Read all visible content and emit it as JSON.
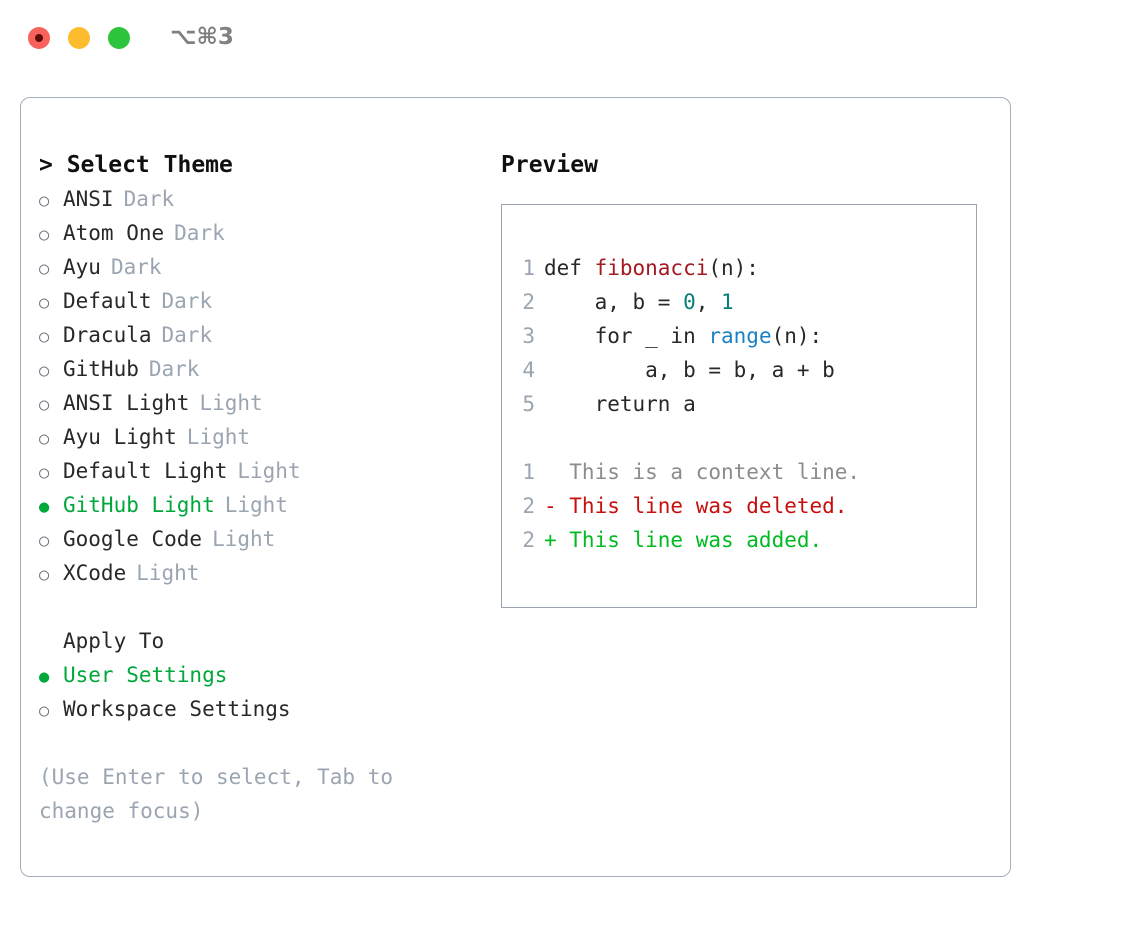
{
  "window": {
    "shortcut": "⌥⌘3",
    "traffic_lights": [
      {
        "name": "close",
        "color": "#f9615c"
      },
      {
        "name": "minimize",
        "color": "#fcbc2e"
      },
      {
        "name": "maximize",
        "color": "#2cc43c"
      }
    ]
  },
  "theme_picker": {
    "title": "> Select Theme",
    "items": [
      {
        "marker": "○",
        "label": "ANSI",
        "tag": "Dark",
        "selected": false
      },
      {
        "marker": "○",
        "label": "Atom One",
        "tag": "Dark",
        "selected": false
      },
      {
        "marker": "○",
        "label": "Ayu",
        "tag": "Dark",
        "selected": false
      },
      {
        "marker": "○",
        "label": "Default",
        "tag": "Dark",
        "selected": false
      },
      {
        "marker": "○",
        "label": "Dracula",
        "tag": "Dark",
        "selected": false
      },
      {
        "marker": "○",
        "label": "GitHub",
        "tag": "Dark",
        "selected": false
      },
      {
        "marker": "○",
        "label": "ANSI Light",
        "tag": "Light",
        "selected": false
      },
      {
        "marker": "○",
        "label": "Ayu Light",
        "tag": "Light",
        "selected": false
      },
      {
        "marker": "○",
        "label": "Default Light",
        "tag": "Light",
        "selected": false
      },
      {
        "marker": "●",
        "label": "GitHub Light",
        "tag": "Light",
        "selected": true
      },
      {
        "marker": "○",
        "label": "Google Code",
        "tag": "Light",
        "selected": false
      },
      {
        "marker": "○",
        "label": "XCode",
        "tag": "Light",
        "selected": false
      }
    ]
  },
  "apply_to": {
    "title": "Apply To",
    "items": [
      {
        "marker": "●",
        "label": "User Settings",
        "selected": true
      },
      {
        "marker": "○",
        "label": "Workspace Settings",
        "selected": false
      }
    ]
  },
  "hint": "(Use Enter to select, Tab to change focus)",
  "preview": {
    "title": "Preview",
    "code_lines": [
      {
        "number": "1",
        "parts": [
          {
            "text": "def ",
            "token": "plain"
          },
          {
            "text": "fibonacci",
            "token": "fn"
          },
          {
            "text": "(n):",
            "token": "plain"
          }
        ]
      },
      {
        "number": "2",
        "parts": [
          {
            "text": "    a, b = ",
            "token": "plain"
          },
          {
            "text": "0",
            "token": "num"
          },
          {
            "text": ", ",
            "token": "plain"
          },
          {
            "text": "1",
            "token": "num"
          }
        ]
      },
      {
        "number": "3",
        "parts": [
          {
            "text": "    for _ in ",
            "token": "plain"
          },
          {
            "text": "range",
            "token": "call"
          },
          {
            "text": "(n):",
            "token": "plain"
          }
        ]
      },
      {
        "number": "4",
        "parts": [
          {
            "text": "        a, b = b, a + b",
            "token": "plain"
          }
        ]
      },
      {
        "number": "5",
        "parts": [
          {
            "text": "    return a",
            "token": "plain"
          }
        ]
      }
    ],
    "diff_lines": [
      {
        "number": "1",
        "text": "  This is a context line.",
        "kind": "context"
      },
      {
        "number": "2",
        "text": "- This line was deleted.",
        "kind": "deleted"
      },
      {
        "number": "2",
        "text": "+ This line was added.",
        "kind": "added"
      }
    ]
  },
  "colors": {
    "selected_green": "#00a83c",
    "muted_gray": "#9aa5b1",
    "fn_red": "#a3191f",
    "number_teal": "#07807a",
    "call_blue": "#1a82c4",
    "diff_deleted": "#c80f0f",
    "diff_added": "#00bb22",
    "panel_border": "#a4aebb"
  }
}
